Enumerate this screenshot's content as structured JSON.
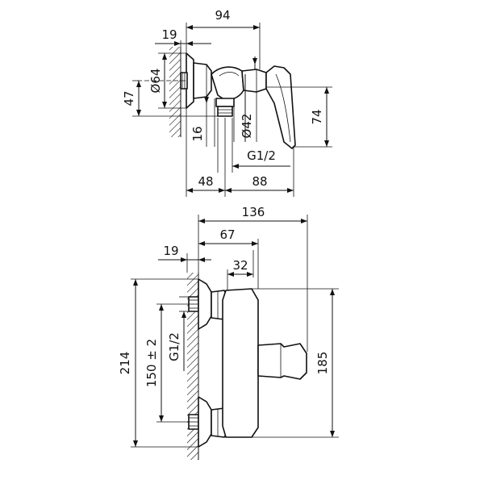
{
  "colors": {
    "line": "#111111",
    "background": "#ffffff"
  },
  "side_view": {
    "dims": {
      "width_total": "94",
      "wall_depth": "19",
      "flange_dia": "Ø64",
      "height_offset": "47",
      "outlet_height": "74",
      "outlet_offset": "16",
      "outlet_dia": "Ø42",
      "thread": "G1/2",
      "wall_to_outlet": "48",
      "outlet_to_handle": "88"
    }
  },
  "front_view": {
    "dims": {
      "width_total": "136",
      "body_width": "67",
      "wall_depth": "19",
      "handle_offset": "32",
      "total_height": "214",
      "inlet_spacing": "150 ± 2",
      "thread": "G1/2",
      "body_height": "185"
    }
  }
}
